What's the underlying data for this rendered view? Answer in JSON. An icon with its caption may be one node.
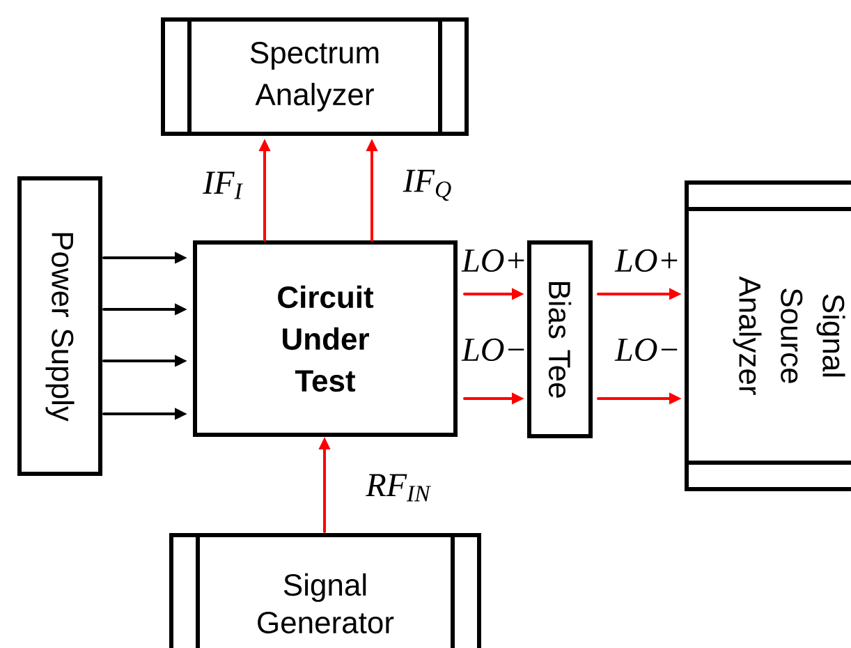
{
  "diagram": {
    "nodes": [
      {
        "text": [
          "Spectrum Analyzer"
        ]
      },
      {
        "text": [
          "Power Supply"
        ]
      },
      {
        "text": [
          "Circuit Under Test"
        ]
      },
      {
        "text": [
          "Bias Tee"
        ]
      },
      {
        "text": [
          "Signal Source Analyzer"
        ]
      },
      {
        "text": [
          "Signal Generator"
        ]
      }
    ],
    "edges": [
      {
        "from": 1,
        "to": 2,
        "arrow": "to",
        "color": "#000000"
      },
      {
        "from": 1,
        "to": 2,
        "arrow": "to",
        "color": "#000000"
      },
      {
        "from": 1,
        "to": 2,
        "arrow": "to",
        "color": "#000000"
      },
      {
        "from": 1,
        "to": 2,
        "arrow": "to",
        "color": "#000000"
      },
      {
        "from": 2,
        "to": 0,
        "arrow": "to",
        "label": "IF$_{I}$"
      },
      {
        "from": 2,
        "to": 0,
        "arrow": "to",
        "label": "IF$_{Q}$"
      },
      {
        "from": 2,
        "to": 3,
        "arrow": "to",
        "label": "LO+"
      },
      {
        "from": 2,
        "to": 3,
        "arrow": "to",
        "label": "LO−"
      },
      {
        "from": 3,
        "to": 4,
        "arrow": "to",
        "label": "LO+"
      },
      {
        "from": 3,
        "to": 4,
        "arrow": "to",
        "label": "LO−"
      },
      {
        "from": 5,
        "to": 2,
        "arrow": "to",
        "label": "RF$_{IN}$"
      }
    ]
  }
}
